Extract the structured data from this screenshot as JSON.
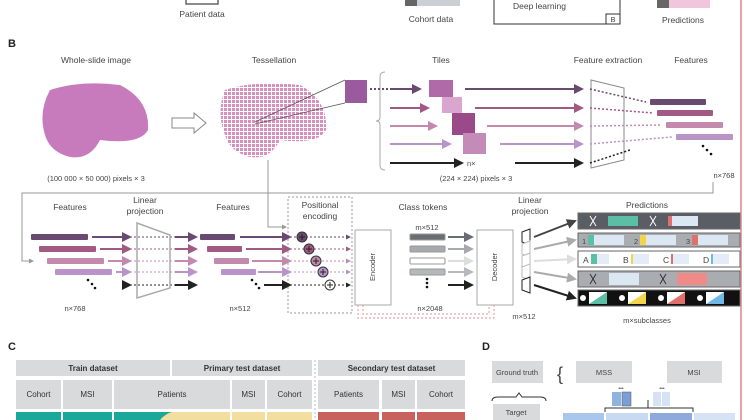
{
  "panel_a": {
    "patient_data": "Patient data",
    "cohort_data": "Cohort data",
    "deep_learning": "Deep learning",
    "ref_b": "B",
    "predictions": "Predictions"
  },
  "panel_b": {
    "label": "B",
    "top": {
      "wsi": "Whole-slide image",
      "tessellation": "Tessellation",
      "tiles": "Tiles",
      "feature_extraction": "Feature extraction",
      "features": "Features",
      "wsi_size": "(100 000 × 50 000) pixels × 3",
      "tile_size": "(224 × 224) pixels × 3",
      "tiles_n": "n×",
      "features_dim": "n×768"
    },
    "bottom": {
      "features_1": "Features",
      "linear_projection_1a": "Linear",
      "linear_projection_1b": "projection",
      "features_2": "Features",
      "positional_a": "Positional",
      "positional_b": "encoding",
      "class_tokens": "Class tokens",
      "linear_projection_2a": "Linear",
      "linear_projection_2b": "projection",
      "predictions": "Predictions",
      "encoder": "Encoder",
      "decoder": "Decoder",
      "dim_768": "n×768",
      "dim_512": "n×512",
      "dim_2048": "n×2048",
      "tokens_dim": "m×512",
      "decoder_dim": "m×512",
      "subclasses": "m×subclasses",
      "pred_row2": [
        "1",
        "2",
        "3"
      ],
      "pred_row3": [
        "A",
        "B",
        "C",
        "D"
      ]
    }
  },
  "panel_c": {
    "label": "C",
    "groups": [
      "Train dataset",
      "Primary test dataset",
      "Secondary test dataset"
    ],
    "columns": [
      "Cohort",
      "MSI",
      "Patients",
      "MSI",
      "Cohort",
      "Patients",
      "MSI",
      "Cohort"
    ],
    "colors": {
      "train": "#1aa89a",
      "primary": "#f2dfa0",
      "secondary": "#c8625e",
      "header": "#d9dadb"
    }
  },
  "panel_d": {
    "label": "D",
    "ground_truth": "Ground truth",
    "mss": "MSS",
    "msi": "MSI",
    "target": "Target",
    "ellipsis": "•••"
  },
  "colors": {
    "purple_dark": "#6b4a72",
    "mauve": "#a05a84",
    "pink": "#c48aae",
    "lilac": "#b894c8",
    "frame": "#e6a3a8"
  }
}
